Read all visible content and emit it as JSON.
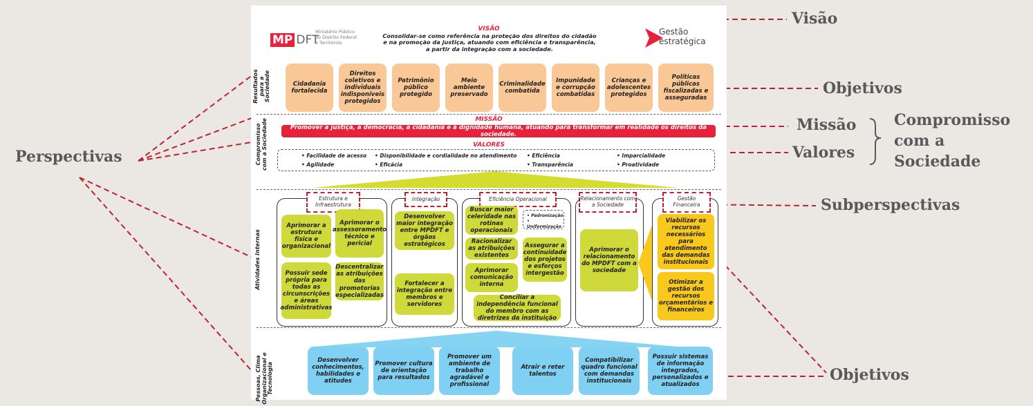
{
  "annotations": {
    "visao": "Visão",
    "objetivos_top": "Objetivos",
    "missao": "Missão",
    "valores": "Valores",
    "compromisso": [
      "Compromisso",
      "com a",
      "Sociedade"
    ],
    "perspectivas": "Perspectivas",
    "subperspectivas": "Subperspectivas",
    "objetivos_bottom": "Objetivos"
  },
  "header": {
    "logo_mp": "MP",
    "logo_dft": "DFT",
    "org_lines": [
      "Ministério Público",
      "do Distrito Federal",
      "e Territórios"
    ],
    "gestao_line1": "Gestão",
    "gestao_line2": "estratégica",
    "visao_title": "VISÃO",
    "visao_lines": [
      "Consolidar-se como referência na proteção dos direitos do cidadão",
      "e na promoção da justiça, atuando com eficiência e transparência,",
      "a partir da integração com a sociedade."
    ]
  },
  "perspectives": {
    "resultados": "Resultados para a Sociedade",
    "compromisso": "Compromisso com a Sociedade",
    "atividades": "Atividades Internas",
    "pessoas": "Pessoas, Clima Organizacional e Tecnologia"
  },
  "resultados_objetivos": [
    "Cidadania fortalecida",
    "Direitos coletivos e individuais indisponíveis protegidos",
    "Patrimônio público protegido",
    "Meio ambiente preservado",
    "Criminalidade combatida",
    "Impunidade e corrupção combatidas",
    "Crianças e adolescentes protegidos",
    "Políticas públicas fiscalizadas e asseguradas"
  ],
  "missao": {
    "title": "MISSÃO",
    "text": "Promover a justiça, a democracia, a cidadania e a dignidade humana, atuando para transformar em realidade os direitos da sociedade."
  },
  "valores": {
    "title": "VALORES",
    "items": [
      "• Facilidade de acesso",
      "• Agilidade",
      "• Disponibilidade e cordialidade no atendimento",
      "• Eficácia",
      "• Eficiência",
      "• Transparência",
      "• Imparcialidade",
      "• Proatividade"
    ]
  },
  "subperspectivas": {
    "estrutura": "Estrutura e Infraestrutura",
    "integracao": "Integração",
    "eficiencia": "Eficiência Operacional",
    "relacionamento": "Relacionamento com a Sociedade",
    "gestao": "Gestão Financeira"
  },
  "atividades": {
    "estrutura": [
      "Aprimorar a estrutura física e organizacional",
      "Aprimorar o assessoramento técnico e pericial",
      "Possuir sede própria para todas as circunscrições e áreas administrativas",
      "Descentralizar as atribuições das promotorias especializadas"
    ],
    "integracao": [
      "Desenvolver maior integração entre MPDFT e órgãos estratégicos",
      "Fortalecer a integração entre membros e servidores"
    ],
    "eficiencia": [
      "Buscar maior celeridade nas rotinas operacionais",
      "Racionalizar as atribuições existentes",
      "Aprimorar comunicação interna",
      "Assegurar a continuidade dos projetos e esforços intergestão",
      "Conciliar a independência funcional do membro com as diretrizes da instituição"
    ],
    "eficiencia_notes": [
      "• Padronização",
      "• Uniformização"
    ],
    "relacionamento": [
      "Aprimorar o relacionamento do MPDFT com a sociedade"
    ],
    "gestao": [
      "Viabilizar os recursos necessários para atendimento das demandas institucionais",
      "Otimizar a gestão dos recursos orçamentários e financeiros"
    ]
  },
  "pessoas_objetivos": [
    "Desenvolver conhecimentos, habilidades e atitudes",
    "Promover cultura de orientação para resultados",
    "Promover um ambiente de trabalho agradável e profissional",
    "Atrair e reter talentos",
    "Compatibilizar quadro funcional com demandas institucionais",
    "Possuir sistemas de informação integrados, personalizados e atualizados"
  ],
  "colors": {
    "red": "#e8213a",
    "orange": "#fac796",
    "green": "#cfd93a",
    "yellow": "#f8c81c",
    "blue": "#7fd0f2",
    "annotation": "#595959"
  }
}
